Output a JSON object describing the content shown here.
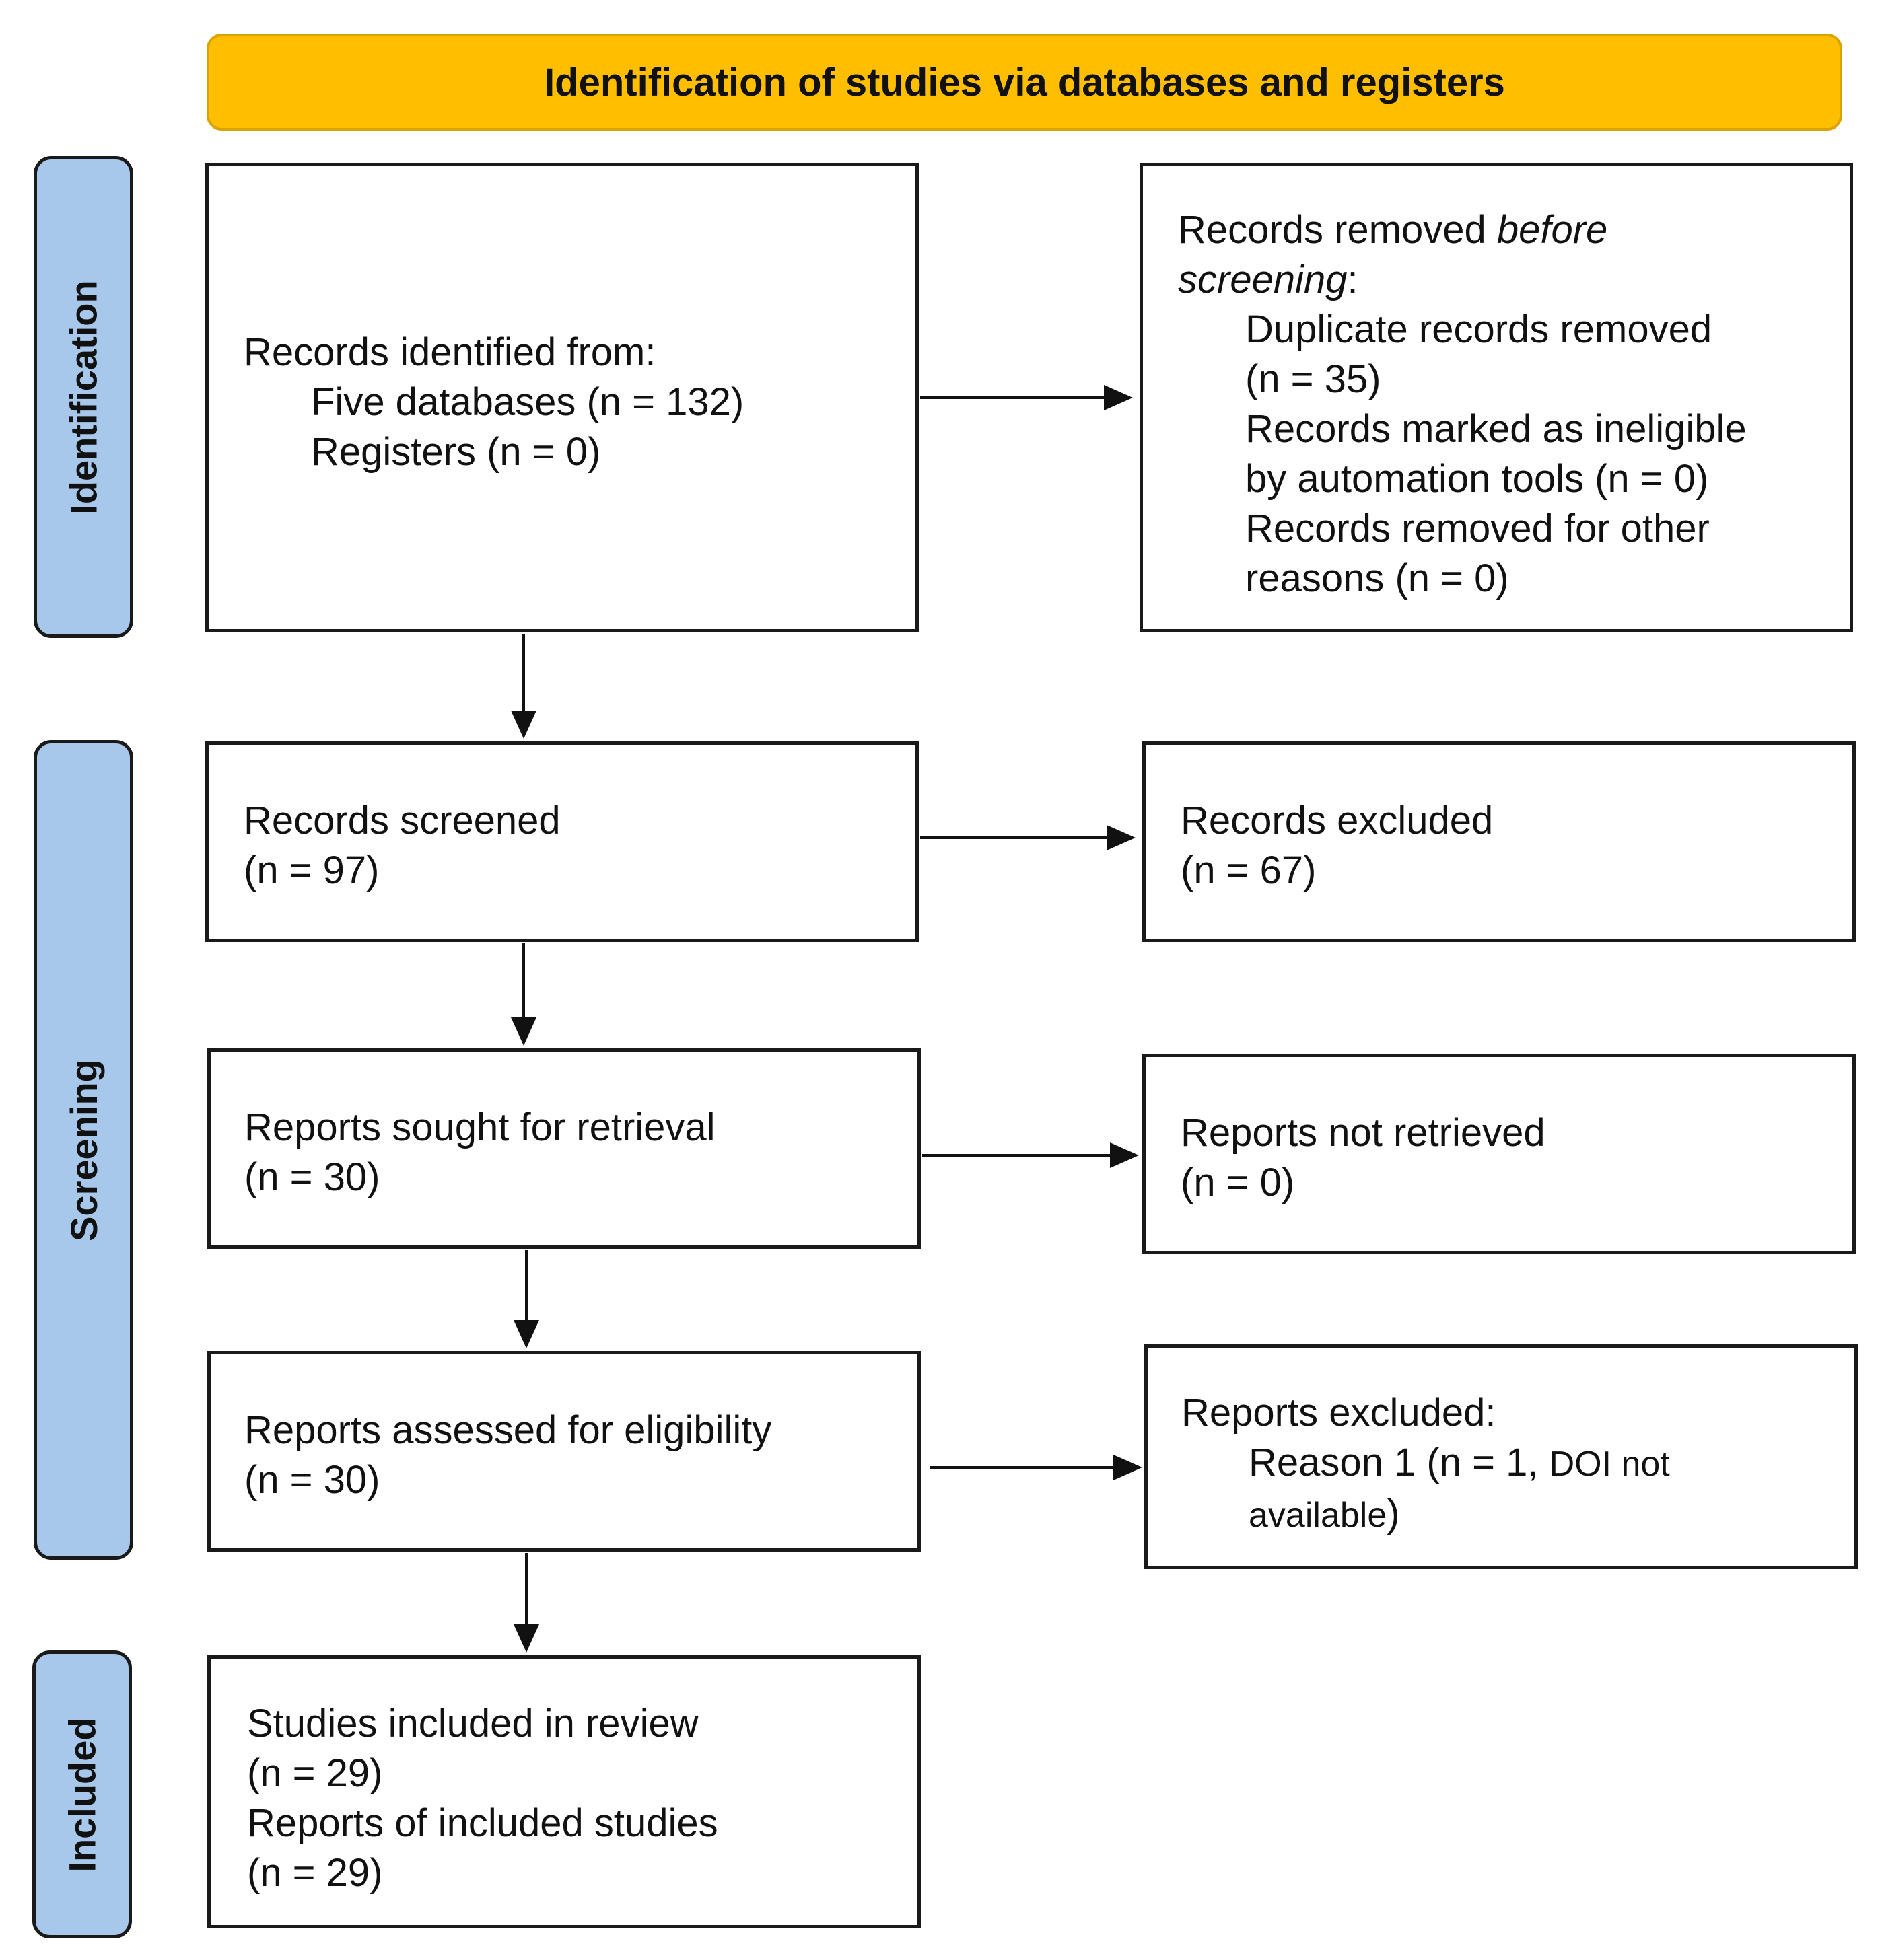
{
  "header": "Identification of studies via databases and registers",
  "phases": {
    "identification": "Identification",
    "screening": "Screening",
    "included": "Included"
  },
  "identified": {
    "title": "Records identified from:",
    "line1": "Five databases (n = 132)",
    "line2": "Registers (n = 0)"
  },
  "removed": {
    "title_a": "Records removed ",
    "title_em": "before",
    "title_b_em": "screening",
    "title_colon": ":",
    "dup_a": "Duplicate records removed",
    "dup_b": "(n = 35)",
    "inel_a": "Records marked as ineligible",
    "inel_b": "by automation tools (n = 0)",
    "other_a": "Records removed for other",
    "other_b": "reasons (n = 0)"
  },
  "screened": {
    "title": "Records screened",
    "n": "(n = 97)"
  },
  "excluded": {
    "title": "Records excluded",
    "n": "(n = 67)"
  },
  "sought": {
    "title": "Reports sought for retrieval",
    "n": "(n = 30)"
  },
  "not_retrieved": {
    "title": "Reports not retrieved",
    "n": "(n = 0)"
  },
  "assessed": {
    "title": "Reports assessed for eligibility",
    "n": "(n = 30)"
  },
  "reports_excluded": {
    "title": "Reports excluded:",
    "reason_a": "Reason 1 (n = 1, ",
    "reason_small": "DOI not",
    "reason_b": "available",
    "reason_close": ")"
  },
  "included": {
    "studies": "Studies included in review",
    "studies_n": "(n = 29)",
    "reports": "Reports of included studies",
    "reports_n": "(n = 29)"
  }
}
